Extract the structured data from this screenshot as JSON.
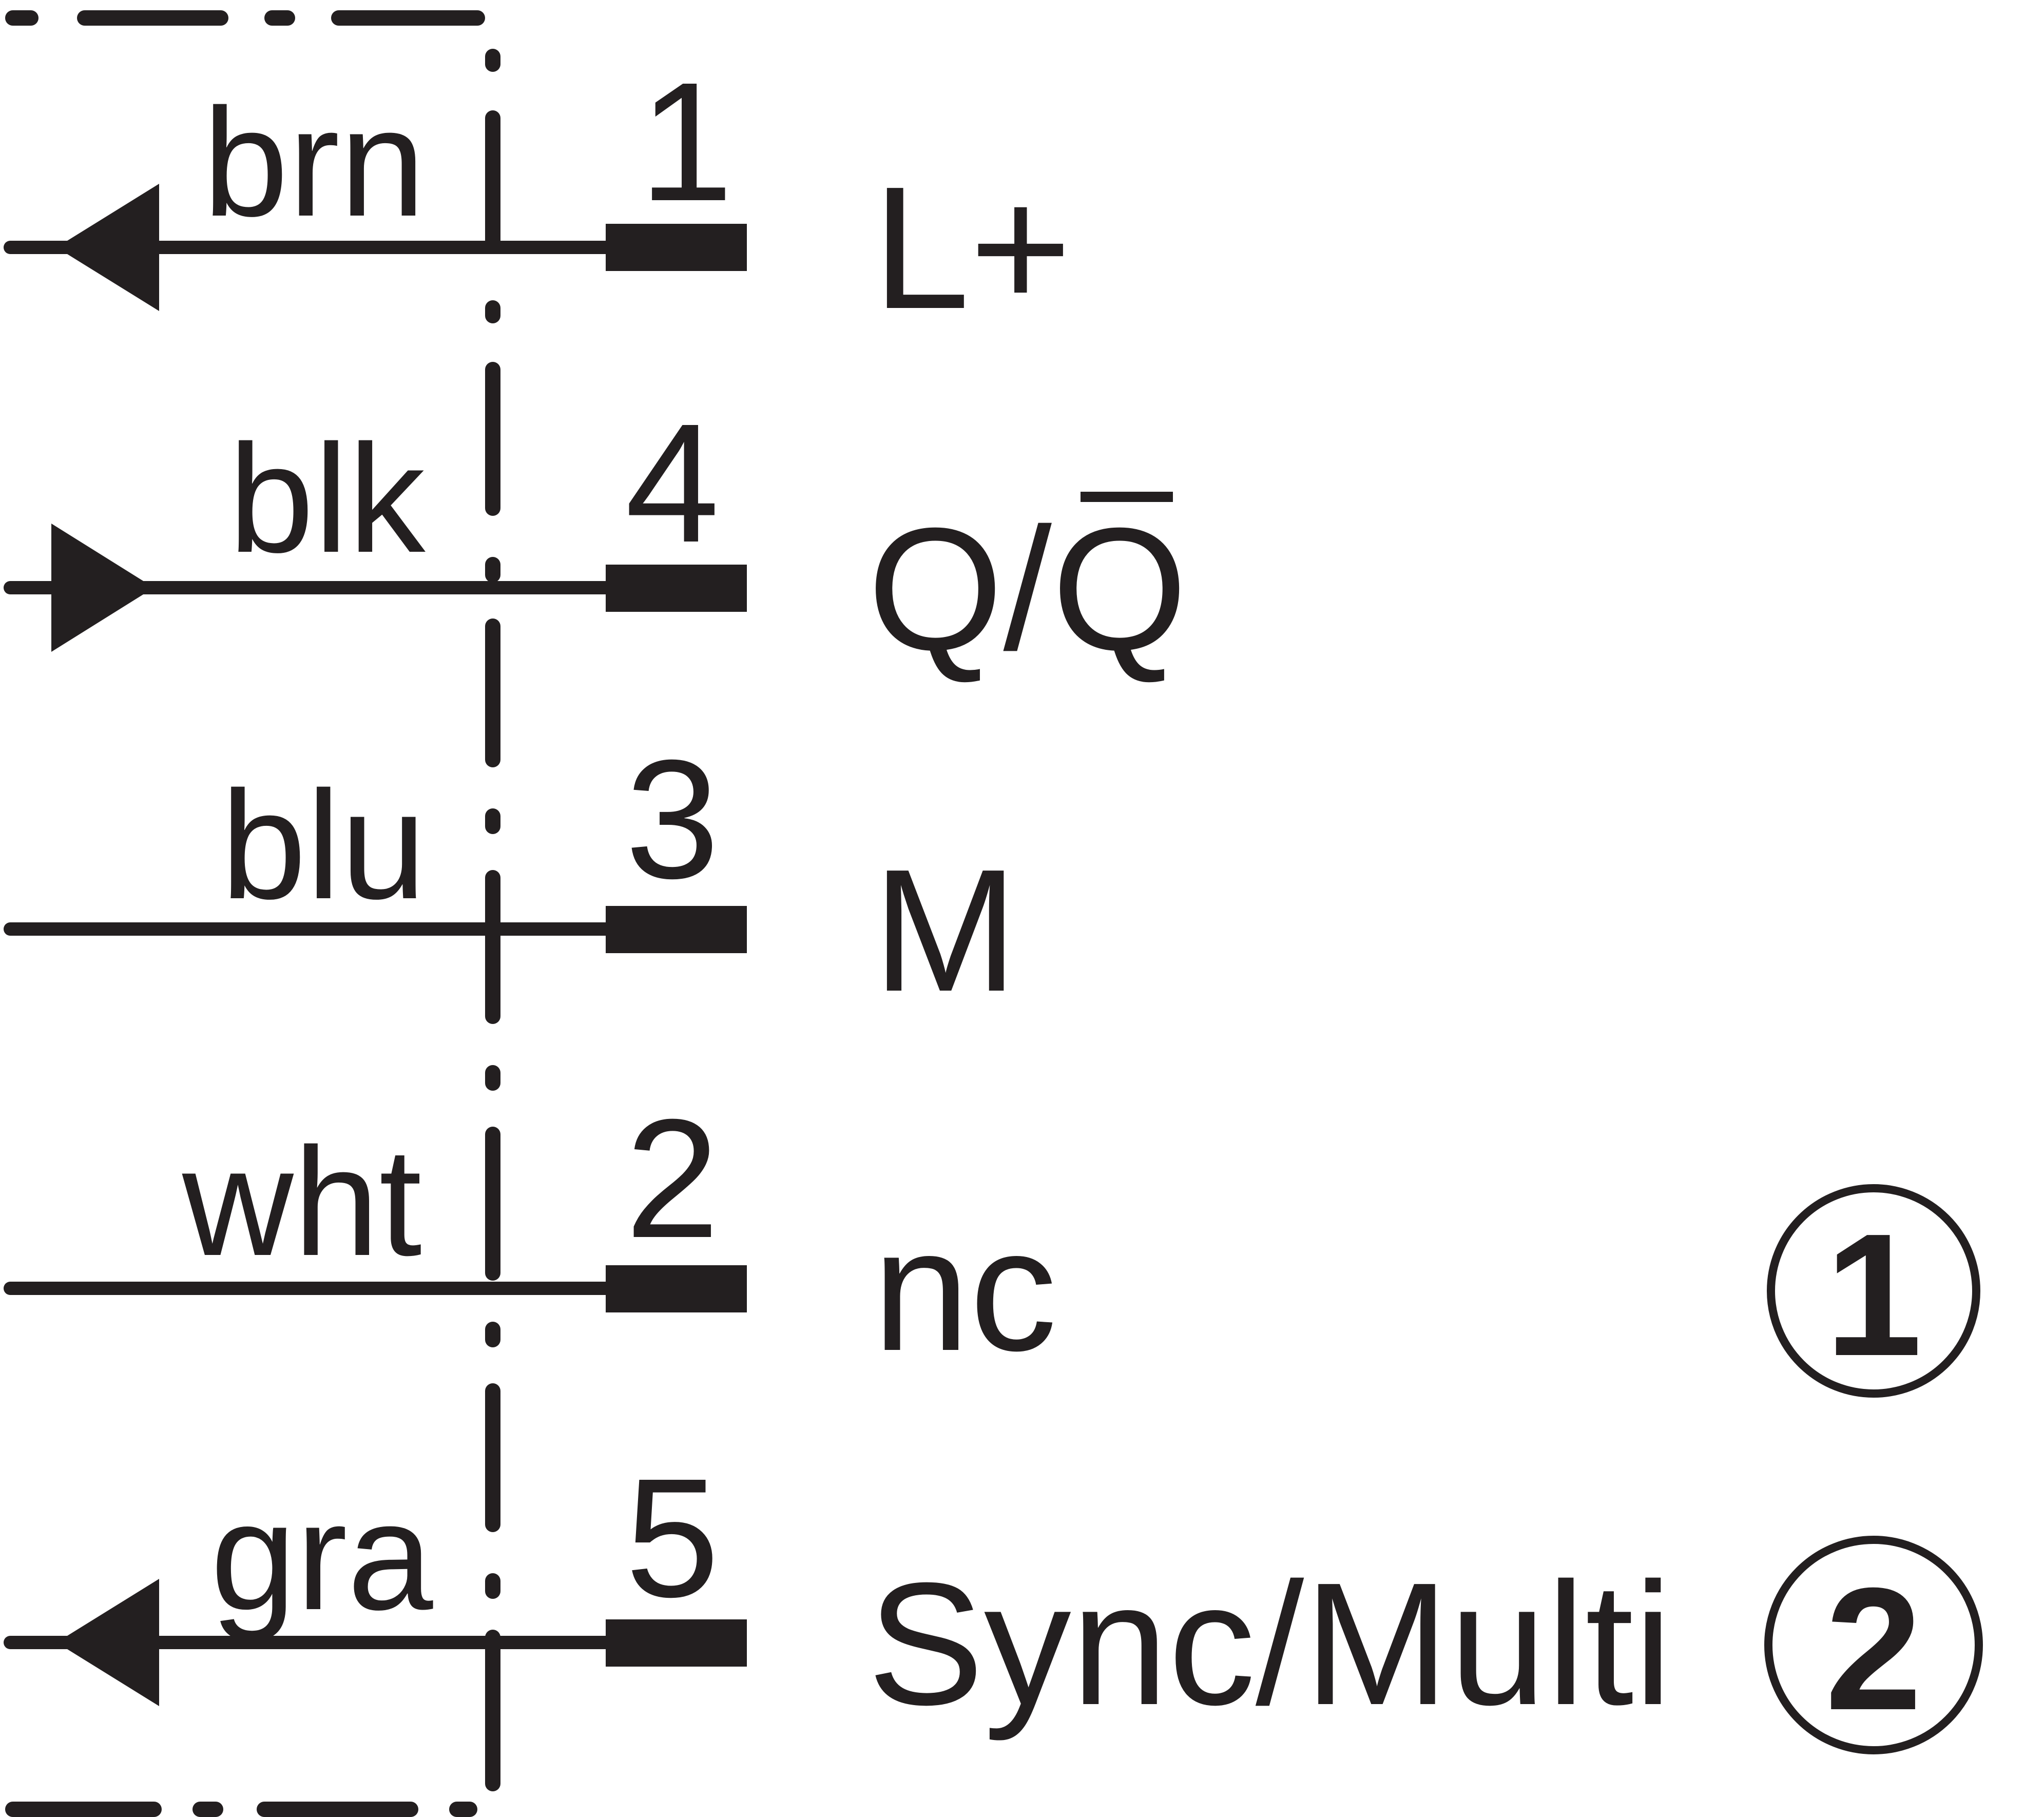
{
  "diagram": {
    "ink_color": "#231f20",
    "background": "#ffffff",
    "wires": [
      {
        "color_label": "brn",
        "pin": "1",
        "signal": "L+",
        "arrow": "out",
        "marker": ""
      },
      {
        "color_label": "blk",
        "pin": "4",
        "signal": "Q/Q",
        "signal_overbar": true,
        "arrow": "in",
        "marker": ""
      },
      {
        "color_label": "blu",
        "pin": "3",
        "signal": "M",
        "arrow": "none",
        "marker": ""
      },
      {
        "color_label": "wht",
        "pin": "2",
        "signal": "nc",
        "arrow": "none",
        "marker": "1"
      },
      {
        "color_label": "gra",
        "pin": "5",
        "signal": "Sync/Multi",
        "arrow": "out",
        "marker": "2"
      }
    ]
  }
}
